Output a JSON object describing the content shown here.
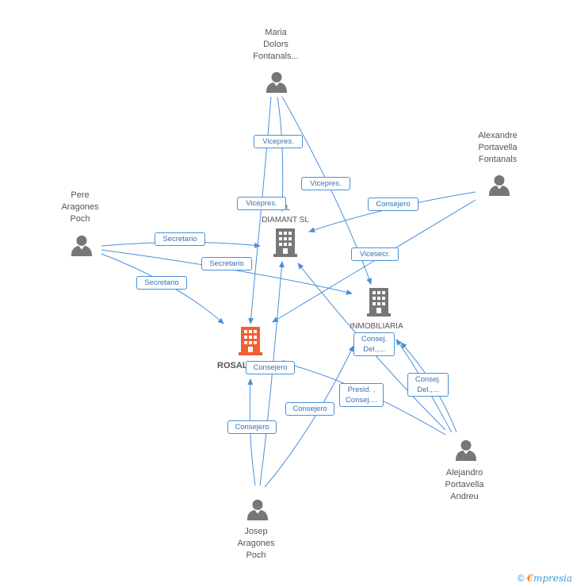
{
  "nodes": {
    "maria": {
      "label": "Maria\nDolors\nFontanals..."
    },
    "alexandre": {
      "label": "Alexandre\nPortavella\nFontanals"
    },
    "pere": {
      "label": "Pere\nAragones\nPoch"
    },
    "alejandro": {
      "label": "Alejandro\nPortavella\nAndreu"
    },
    "josep": {
      "label": "Josep\nAragones\nPoch"
    },
    "diamant": {
      "label": "EL\nDIAMANT SL"
    },
    "inmobiliaria": {
      "label": "INMOBILIARIA"
    },
    "rosal": {
      "label": "ROSAL"
    }
  },
  "edges": {
    "e1": "Vicepres.",
    "e2": "Vicepres.",
    "e3": "Vicepres.",
    "e4": "Consejero",
    "e5": "Secretario",
    "e6": "Secretario",
    "e7": "Secretario",
    "e8": "Vicesecr.",
    "e9": "Consej.\nDel.,...",
    "e10": "Consejero",
    "e11": "Presid. ,\nConsej....",
    "e12": "Consej.\nDel.,...",
    "e13": "Consejero",
    "e14": "Consejero"
  },
  "colors": {
    "edge": "#4a90d9",
    "person": "#777777",
    "company": "#777777",
    "company_main": "#f06030"
  },
  "footer": {
    "copyright": "©",
    "brand_first": "€",
    "brand_rest": "mpresia"
  }
}
